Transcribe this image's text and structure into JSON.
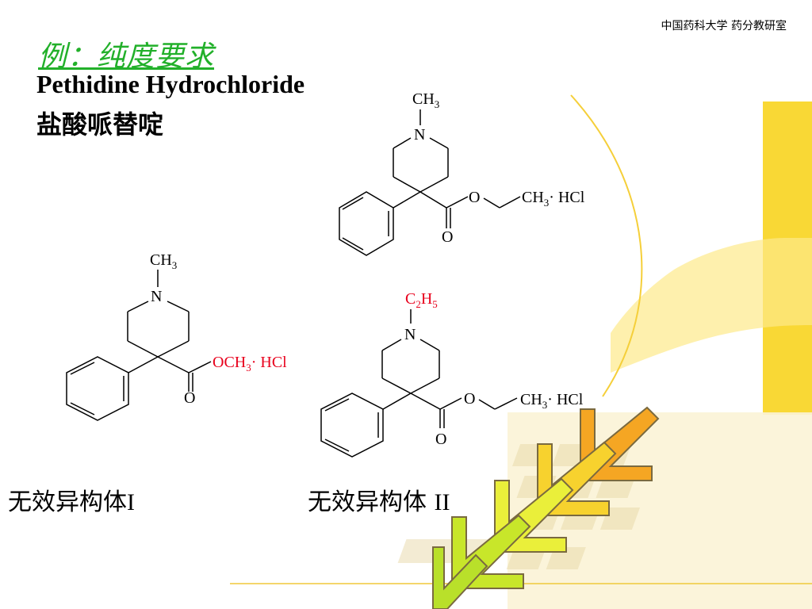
{
  "header": {
    "org": "中国药科大学  药分教研室"
  },
  "example_title": "例：纯度要求",
  "compound": {
    "english": "Pethidine Hydrochloride",
    "chinese": "盐酸哌替啶"
  },
  "structures": {
    "main": {
      "n_sub": "CH",
      "n_sub_sub": "3",
      "n": "N",
      "o_ester": "O",
      "o_carbonyl": "O",
      "tail": "CH",
      "tail_sub": "3",
      "salt": "· HCl"
    },
    "impurity1": {
      "n_sub": "CH",
      "n_sub_sub": "3",
      "n": "N",
      "o_carbonyl": "O",
      "ester_group": "OCH",
      "ester_sub": "3",
      "salt": "· HCl",
      "highlight_color": "#e8001c"
    },
    "impurity2": {
      "n_sub_c": "C",
      "n_sub_c_sub": "2",
      "n_sub_h": "H",
      "n_sub_h_sub": "5",
      "n": "N",
      "o_ester": "O",
      "o_carbonyl": "O",
      "tail": "CH",
      "tail_sub": "3",
      "salt": "· HCl",
      "highlight_color": "#e8001c"
    }
  },
  "captions": {
    "impurity1_text": "无效异构体",
    "impurity1_num": "I",
    "impurity2_text": "无效异构体 ",
    "impurity2_num": "II"
  },
  "colors": {
    "title_green": "#22b02a",
    "accent_yellow": "#f7d22e",
    "accent_orange": "#f5a623",
    "accent_lime": "#c8e62a"
  }
}
